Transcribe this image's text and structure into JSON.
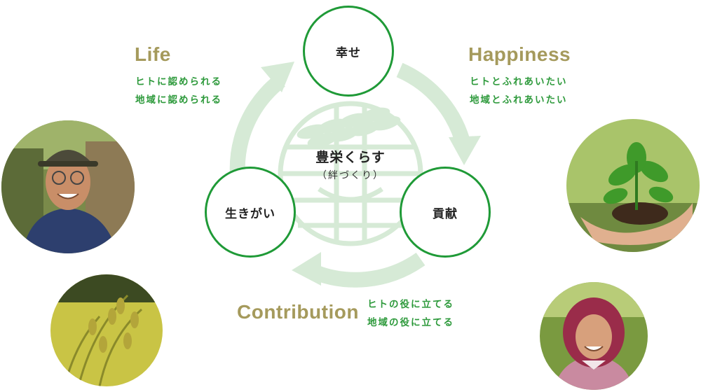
{
  "cycle": {
    "top_node": "幸せ",
    "right_node": "貢献",
    "left_node": "生きがい",
    "center_title": "豊栄くらす",
    "center_sub": "（絆づくり）"
  },
  "life": {
    "heading": "Life",
    "lines": [
      "ヒトに認められる",
      "地域に認められる"
    ]
  },
  "happiness": {
    "heading": "Happiness",
    "lines": [
      "ヒトとふれあいたい",
      "地域とふれあいたい"
    ]
  },
  "contribution": {
    "heading": "Contribution",
    "lines": [
      "ヒトの役に立てる",
      "地域の役に立てる"
    ]
  },
  "colors": {
    "heading": "#a59a5c",
    "subtext": "#2e9a3c",
    "node_border": "#1f9a37",
    "arrow": "#d6ead6"
  }
}
